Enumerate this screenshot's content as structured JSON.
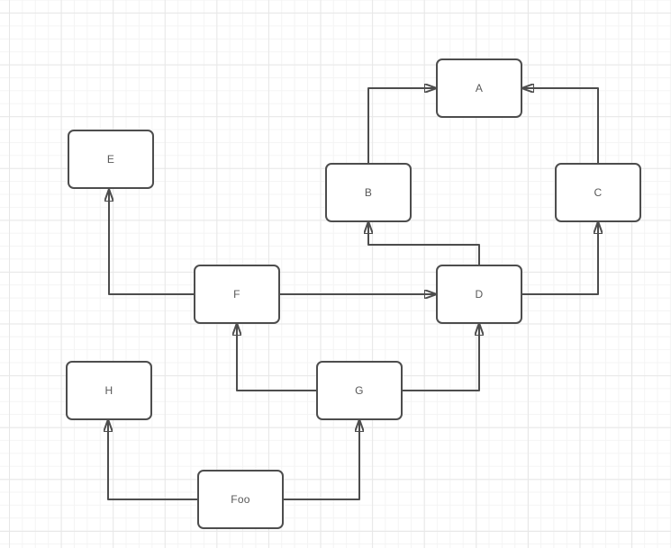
{
  "diagram": {
    "type": "flowchart",
    "nodes": {
      "a": {
        "label": "A"
      },
      "b": {
        "label": "B"
      },
      "c": {
        "label": "C"
      },
      "d": {
        "label": "D"
      },
      "e": {
        "label": "E"
      },
      "f": {
        "label": "F"
      },
      "g": {
        "label": "G"
      },
      "h": {
        "label": "H"
      },
      "foo": {
        "label": "Foo"
      }
    },
    "edges": [
      {
        "from": "B",
        "to": "A"
      },
      {
        "from": "C",
        "to": "A"
      },
      {
        "from": "D",
        "to": "B"
      },
      {
        "from": "F",
        "to": "D"
      },
      {
        "from": "D",
        "to": "C"
      },
      {
        "from": "F",
        "to": "E"
      },
      {
        "from": "G",
        "to": "F"
      },
      {
        "from": "G",
        "to": "D"
      },
      {
        "from": "Foo",
        "to": "H"
      },
      {
        "from": "Foo",
        "to": "G"
      }
    ],
    "colors": {
      "stroke": "#4d4d4d",
      "node_fill": "#ffffff",
      "text": "#585858",
      "grid_minor": "#f4f4f4",
      "grid_major": "#e7e7e7",
      "background": "#ffffff"
    }
  }
}
